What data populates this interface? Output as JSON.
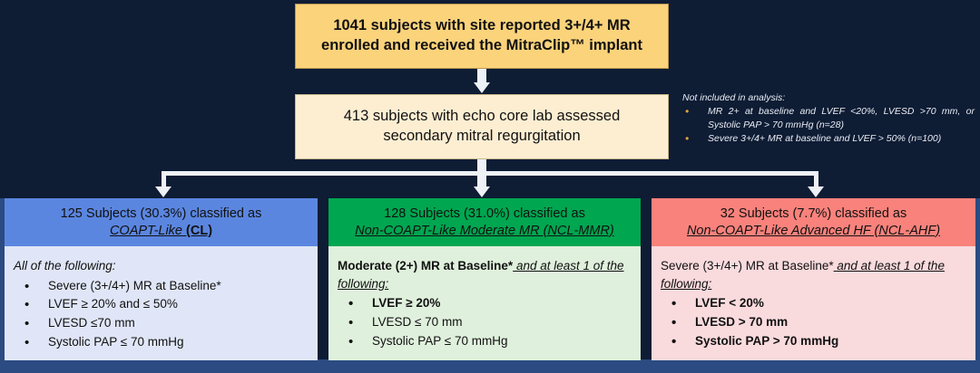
{
  "colors": {
    "background": "#0e1c34",
    "frame": "#2b4b82",
    "enrolled_box": "#fbd37b",
    "echo_box": "#fdeed2",
    "coapt_like_header": "#5b86e0",
    "coapt_like_body": "#e0e6f7",
    "ncl_mmr_header": "#00a650",
    "ncl_mmr_body": "#dff0dc",
    "ncl_ahf_header": "#f9827c",
    "ncl_ahf_body": "#f9dadd",
    "connector": "#eef1f6",
    "note_bullet": "#e0a63c"
  },
  "flow": {
    "enrolled_box": {
      "line1": "1041 subjects with site reported 3+/4+ MR",
      "line2": "enrolled and received the MitraClip™ implant"
    },
    "echo_box": {
      "line1": "413 subjects with echo core lab assessed",
      "line2": "secondary mitral regurgitation"
    }
  },
  "note": {
    "title": "Not included in analysis:",
    "items": [
      "MR 2+ at baseline and LVEF <20%, LVESD >70 mm, or Systolic PAP > 70 mmHg (n=28)",
      "Severe 3+/4+ MR at baseline and LVEF > 50% (n=100)"
    ]
  },
  "panels": [
    {
      "id": "coapt-like",
      "head_line1": "125 Subjects (30.3%) classified as",
      "head_line2_italic": "COAPT-Like ",
      "head_line2_bold": "(CL)",
      "intro_plain": "",
      "intro_bold": "",
      "intro_italic": "All of the following:",
      "intro_tail": "",
      "criteria": [
        {
          "text": "Severe (3+/4+) MR at Baseline*",
          "bold": false
        },
        {
          "text": "LVEF ≥ 20% and ≤ 50%",
          "bold": false
        },
        {
          "text": "LVESD ≤70 mm",
          "bold": false
        },
        {
          "text": "Systolic PAP ≤ 70 mmHg",
          "bold": false
        }
      ]
    },
    {
      "id": "ncl-mmr",
      "head_line1": "128 Subjects (31.0%) classified as",
      "head_line2_italic": "Non-COAPT-Like Moderate MR (NCL-MMR)",
      "head_line2_bold": "",
      "intro_bold": "Moderate (2+) MR at Baseline*",
      "intro_italic": " and at least 1 of the following:",
      "criteria": [
        {
          "text": "LVEF ≥ 20%",
          "bold": true
        },
        {
          "text": "LVESD ≤ 70 mm",
          "bold": false
        },
        {
          "text": "Systolic PAP ≤ 70 mmHg",
          "bold": false
        }
      ]
    },
    {
      "id": "ncl-ahf",
      "head_line1": "32 Subjects (7.7%) classified as",
      "head_line2_italic": "Non-COAPT-Like Advanced HF (NCL-AHF)",
      "head_line2_bold": "",
      "intro_bold": "",
      "intro_plain": "Severe (3+/4+) MR at Baseline*",
      "intro_italic": " and at least 1 of the following:",
      "criteria": [
        {
          "text": "LVEF < 20%",
          "bold": true
        },
        {
          "text": "LVESD > 70 mm",
          "bold": true
        },
        {
          "text": "Systolic PAP > 70 mmHg",
          "bold": true
        }
      ]
    }
  ]
}
